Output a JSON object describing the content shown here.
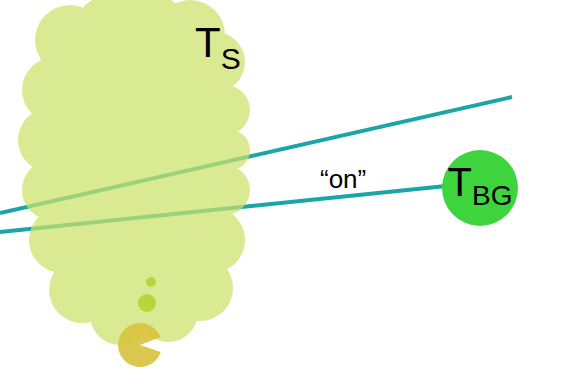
{
  "diagram": {
    "nodes": [
      {
        "text": [
          "T",
          "S"
        ]
      },
      {
        "text": [
          "T",
          "BG"
        ]
      }
    ],
    "labels": [
      "“on”"
    ]
  }
}
